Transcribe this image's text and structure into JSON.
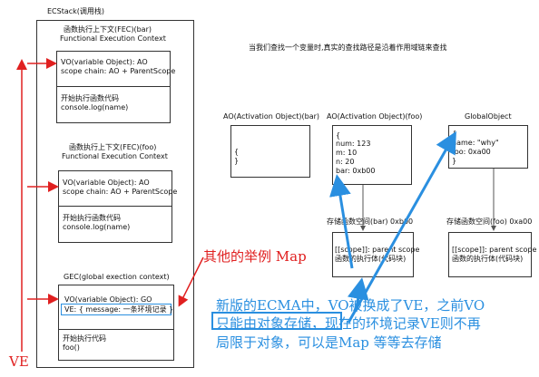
{
  "stack": {
    "title": "ECStack(调用栈)",
    "fec_bar": {
      "heading": "函数执行上下文(FEC)(bar)",
      "subheading": "Functional Execution Context",
      "vo": "VO(variable Object): AO",
      "scope": "scope chain: AO + ParentScope",
      "code1": "开始执行函数代码",
      "code2": "console.log(name)"
    },
    "fec_foo": {
      "heading": "函数执行上下文(FEC)(foo)",
      "subheading": "Functional Execution Context",
      "vo": "VO(variable Object): AO",
      "scope": "scope chain: AO + ParentScope",
      "code1": "开始执行函数代码",
      "code2": "console.log(name)"
    },
    "gec": {
      "heading": "GEC(global exection context)",
      "vo": "VO(variable Object): GO",
      "ve": "VE: { message: 一条环境记录 }",
      "code1": "开始执行代码",
      "code2": "foo()"
    }
  },
  "notice": "当我们查找一个变量时,真实的查找路径是沿着作用域链来查找",
  "ao_bar": {
    "label": "AO(Activation Object)(bar)",
    "open": "{",
    "close": "}"
  },
  "ao_foo": {
    "label": "AO(Activation Object)(foo)",
    "lines": [
      "{",
      "num: 123",
      "m: 10",
      "n: 20",
      "bar: 0xb00",
      "}"
    ]
  },
  "global_object": {
    "label": "GlobalObject",
    "lines": [
      "{",
      "name: \"why\"",
      "foo: 0xa00",
      "}"
    ]
  },
  "bar_space": {
    "label": "存储函数空间(bar) 0xb00",
    "line1": "[[scope]]: parent scope",
    "line2": "函数的执行体(代码块)"
  },
  "foo_space": {
    "label": "存储函数空间(foo) 0xa00",
    "line1": "[[scope]]: parent scope",
    "line2": "函数的执行体(代码块)"
  },
  "annotations": {
    "map_example": "其他的举例 Map",
    "ve_label": "VE",
    "note_line1": "新版的ECMA中，VO被换成了VE，之前VO",
    "note_line2": "只能由对象存储，现在的环境记录VE则不再",
    "note_line3": "局限于对象，可以是Map 等等去存储"
  },
  "colors": {
    "red": "#e02020",
    "blue": "#2a8fe0",
    "border": "#333333"
  }
}
